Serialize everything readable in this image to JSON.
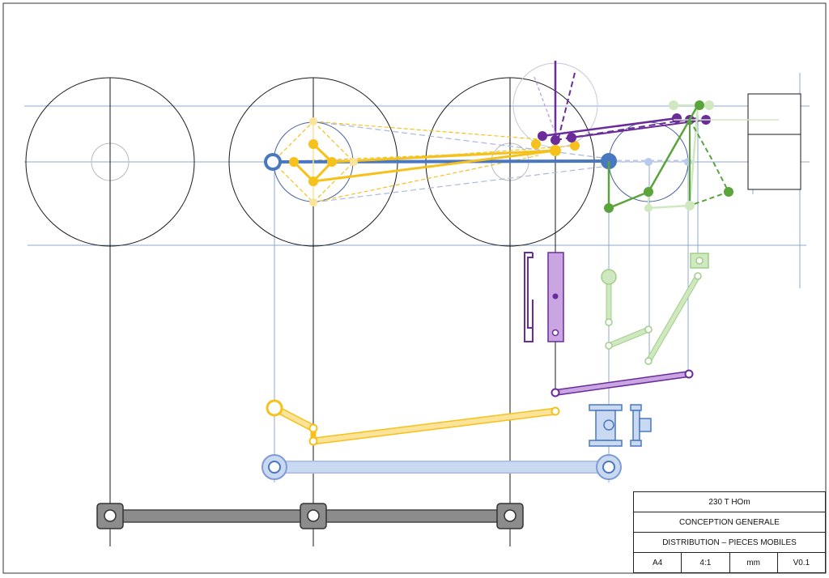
{
  "title_block": {
    "project": "230 T HOm",
    "subtitle": "CONCEPTION GENERALE",
    "sheet_title": "DISTRIBUTION – PIECES MOBILES",
    "paper_format": "A4",
    "scale": "4:1",
    "units": "mm",
    "version": "V0.1"
  },
  "colors": {
    "outline": "#1a1a1a",
    "guide_line": "#8fa7cf",
    "blue_rod": "#4a78c0",
    "light_blue": "#c9d9f2",
    "yellow": "#f5c11a",
    "light_yellow": "#fbe39a",
    "purple": "#6a2c9a",
    "light_purple": "#c9a6e2",
    "green": "#5aa43c",
    "light_green": "#cfe8bf",
    "grey_rod": "#8c8c8c",
    "dark_grey": "#444444"
  }
}
